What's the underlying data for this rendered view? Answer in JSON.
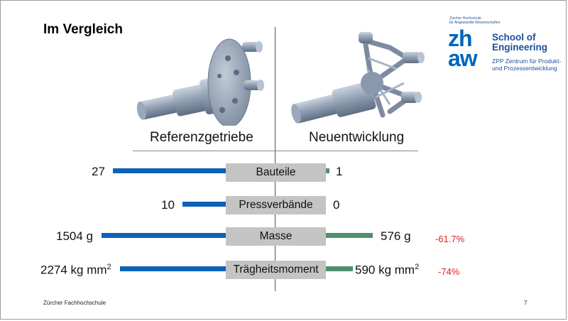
{
  "title": "Im Vergleich",
  "logo": {
    "institution_line1": "Zürcher Hochschule",
    "institution_line2": "für Angewandte Wissenschaften",
    "mark_top": "zh",
    "mark_bottom": "aw",
    "school_line1": "School of",
    "school_line2": "Engineering",
    "zpp_line1": "ZPP Zentrum für Produkt-",
    "zpp_line2": "und Prozessentwicklung"
  },
  "columns": {
    "left": "Referenzgetriebe",
    "right": "Neuentwicklung"
  },
  "comparison": [
    {
      "label": "Bauteile",
      "left_text": "27",
      "right_text": "1",
      "left_value": 27,
      "right_value": 1,
      "change": ""
    },
    {
      "label": "Pressverbände",
      "left_text": "10",
      "right_text": "0",
      "left_value": 10,
      "right_value": 0,
      "change": ""
    },
    {
      "label": "Masse",
      "left_text": "1504 g",
      "right_text": "576 g",
      "left_value": 1504,
      "right_value": 576,
      "change": "-61.7%"
    },
    {
      "label": "Trägheitsmoment",
      "left_text": "2274 kg mm",
      "left_sup": "2",
      "right_text": "590 kg mm",
      "right_sup": "2",
      "left_value": 2274,
      "right_value": 590,
      "change": "-74%"
    }
  ],
  "colors": {
    "left_bar": "#0b62b8",
    "right_bar": "#4f8f6e",
    "change_text": "#e02020",
    "logo_blue": "#0065bd"
  },
  "footer": {
    "text": "Zürcher  Fachhochschule",
    "page": "7"
  }
}
